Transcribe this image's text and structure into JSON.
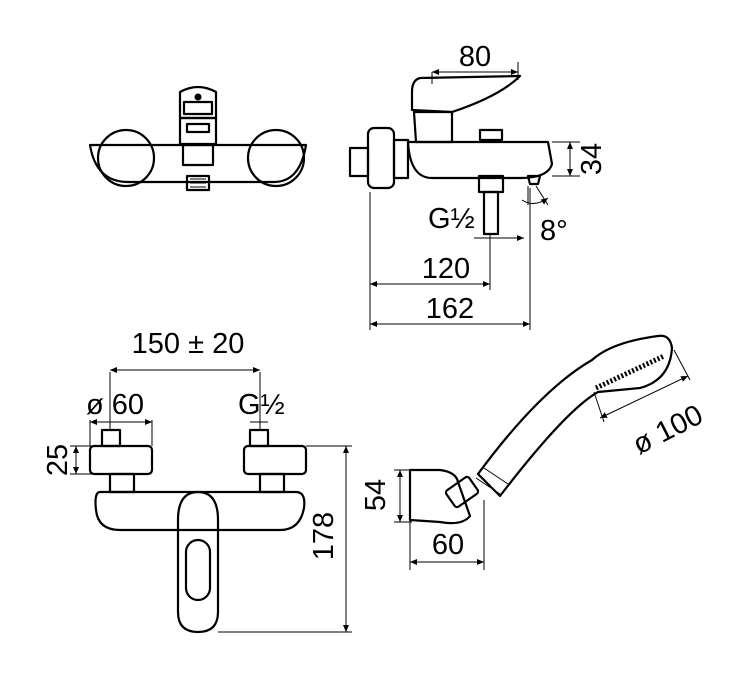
{
  "dimensions": {
    "top_width": "80",
    "spout_height": "34",
    "outlet_thread": "G½",
    "spout_angle": "8°",
    "outlet_center": "120",
    "total_depth": "162",
    "center_distance": "150 ± 20",
    "escutcheon_diameter": "ø 60",
    "inlet_thread": "G½",
    "escutcheon_depth": "25",
    "total_height": "178",
    "holder_height": "54",
    "holder_width": "60",
    "shower_head_diameter": "ø 100"
  }
}
